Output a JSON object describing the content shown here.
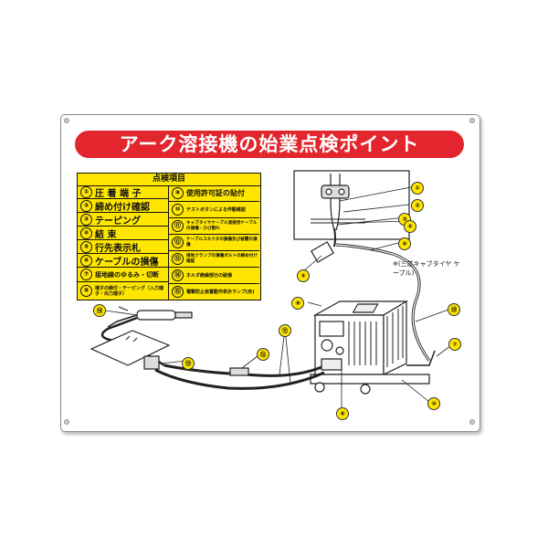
{
  "title": "アーク溶接機の始業点検ポイント",
  "table": {
    "header": "点検項目",
    "items": [
      {
        "no": "①",
        "label": "圧 着 端 子"
      },
      {
        "no": "②",
        "label": "締め付け確認"
      },
      {
        "no": "③",
        "label": "テーピング"
      },
      {
        "no": "④",
        "label": "結 束"
      },
      {
        "no": "⑤",
        "label": "行先表示札"
      },
      {
        "no": "⑥",
        "label": "ケーブルの損傷"
      },
      {
        "no": "⑦",
        "label": "接地線のゆるみ・切断"
      },
      {
        "no": "⑧",
        "label": "端子の締付・テーピング（入力端子・出力端子）"
      },
      {
        "no": "⑨",
        "label": "使用許可証の貼付"
      },
      {
        "no": "⑩",
        "label": "テストボタンによる作動確認"
      },
      {
        "no": "⑪",
        "label": "キャブタイヤケーブル溶接用ケーブルの損傷・ひび割れ"
      },
      {
        "no": "⑫",
        "label": "ケーブルコネクタの損傷及び被覆の損傷"
      },
      {
        "no": "⑬",
        "label": "接地クランプの損傷ボルトの締め付け確認"
      },
      {
        "no": "⑭",
        "label": "ホルダ絶縁部分の破損"
      },
      {
        "no": "⑮",
        "label": "電撃防止装置動作表示ランプ(赤)"
      }
    ]
  },
  "note": "※(三芯キャブタイヤ ケーブル)",
  "callouts": [
    "①",
    "②",
    "③",
    "④",
    "⑤",
    "⑥",
    "⑦",
    "⑧",
    "⑨",
    "⑩",
    "⑪",
    "⑫",
    "⑬",
    "⑭",
    "⑮"
  ],
  "colors": {
    "title_bg": "#e3262d",
    "table_bg": "#ffe600",
    "callout_bg": "#ffe600"
  }
}
